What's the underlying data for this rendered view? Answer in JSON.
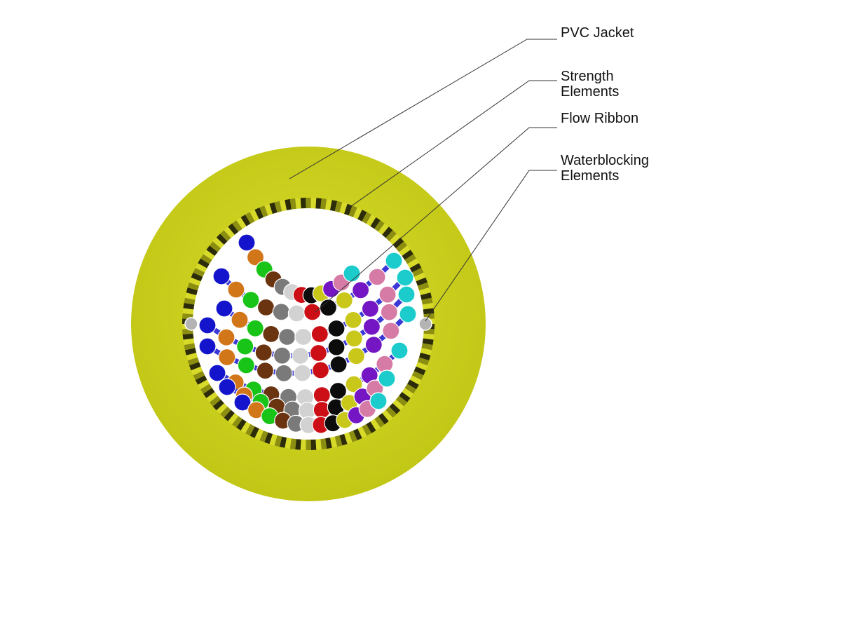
{
  "callouts": [
    {
      "id": "pvc-jacket",
      "lines": [
        "PVC Jacket"
      ]
    },
    {
      "id": "strength-elements",
      "lines": [
        "Strength",
        "Elements"
      ]
    },
    {
      "id": "flow-ribbon",
      "lines": [
        "Flow Ribbon"
      ]
    },
    {
      "id": "waterblocking-elements",
      "lines": [
        "Waterblocking",
        "Elements"
      ]
    }
  ],
  "colors": {
    "jacket": "#cdd11f",
    "jacket_dark": "#b7ba10",
    "strength_yarn": "#d8da2a",
    "strength_dark": "#2c2c0a",
    "ribbon_matrix": "#3a37d6",
    "waterblocking": "#b4b4b4",
    "fiber_blue": "#1414cc",
    "fiber_orange": "#d2761a",
    "fiber_green": "#18c418",
    "fiber_brown": "#6a3410",
    "fiber_slate": "#7a7a7a",
    "fiber_white": "#d2d2d2",
    "fiber_red": "#cc0f16",
    "fiber_black": "#0c0c0c",
    "fiber_yellow": "#c9c81a",
    "fiber_violet": "#7416c4",
    "fiber_rose": "#d67aa6",
    "fiber_aqua": "#1ccccc"
  },
  "fiber_color_order": [
    "blue",
    "orange",
    "green",
    "brown",
    "slate",
    "white",
    "red",
    "black",
    "yellow",
    "violet",
    "rose",
    "aqua"
  ]
}
